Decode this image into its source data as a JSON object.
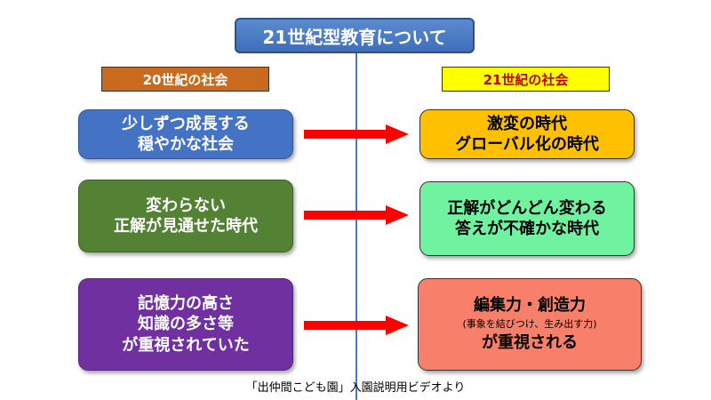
{
  "title": "21世紀型教育について",
  "era_20": "20世紀の社会",
  "era_21": "21世紀の社会",
  "rows": [
    {
      "left": [
        "少しずつ成長する",
        "穏やかな社会"
      ],
      "right": [
        "激変の時代",
        "グローバル化の時代"
      ]
    },
    {
      "left": [
        "変わらない",
        "正解が見通せた時代"
      ],
      "right": [
        "正解がどんどん変わる",
        "答えが不確かな時代"
      ]
    },
    {
      "left": [
        "記憶力の高さ",
        "知識の多さ等",
        "が重視されていた"
      ],
      "right": [
        "編集力・創造力",
        "(事象を結びつけ、生み出す力)",
        "が重視される"
      ]
    }
  ],
  "footer": "「出仲間こども園」入園説明用ビデオより",
  "colors": {
    "title_bg": "#4a7cc6",
    "era_20_bg": "#c96a1e",
    "era_21_bg": "#ffff00",
    "arrow": "#ff0000"
  }
}
